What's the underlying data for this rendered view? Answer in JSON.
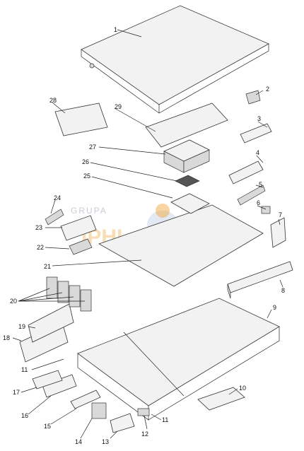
{
  "watermark": {
    "text": "GRUPA",
    "logo_text": "IPHI.pl",
    "color_orange": "#f0a030",
    "color_blue": "#b8c8e0"
  },
  "labels": [
    "1",
    "2",
    "3",
    "4",
    "5",
    "6",
    "7",
    "8",
    "9",
    "10",
    "11",
    "11",
    "12",
    "13",
    "14",
    "15",
    "16",
    "17",
    "18",
    "19",
    "20",
    "21",
    "22",
    "23",
    "24",
    "25",
    "26",
    "27",
    "28",
    "29"
  ]
}
